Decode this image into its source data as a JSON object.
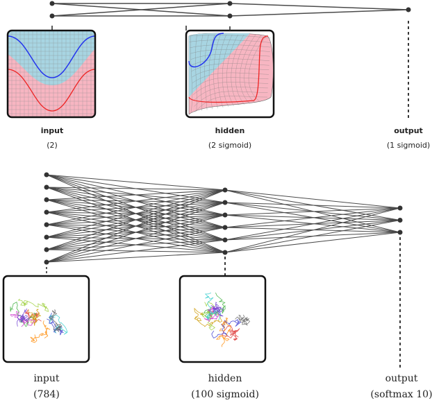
{
  "top_network": {
    "layers": [
      {
        "name": "input",
        "detail": "(2)",
        "nodes": 2
      },
      {
        "name": "hidden",
        "detail": "(2 sigmoid)",
        "nodes": 2
      },
      {
        "name": "output",
        "detail": "(1 sigmoid)",
        "nodes": 1
      }
    ]
  },
  "bottom_network": {
    "layers": [
      {
        "name": "input",
        "detail": "(784)",
        "nodes_drawn": 8
      },
      {
        "name": "hidden",
        "detail": "(100 sigmoid)",
        "nodes_drawn": 6
      },
      {
        "name": "output",
        "detail": "(softmax 10)",
        "nodes_drawn": 3
      }
    ]
  },
  "colors": {
    "line": "#4a4a4a",
    "blue_region": "#a8d5e2",
    "red_region": "#f7b6c2",
    "blue_curve": "#2233ee",
    "red_curve": "#ee2222"
  }
}
